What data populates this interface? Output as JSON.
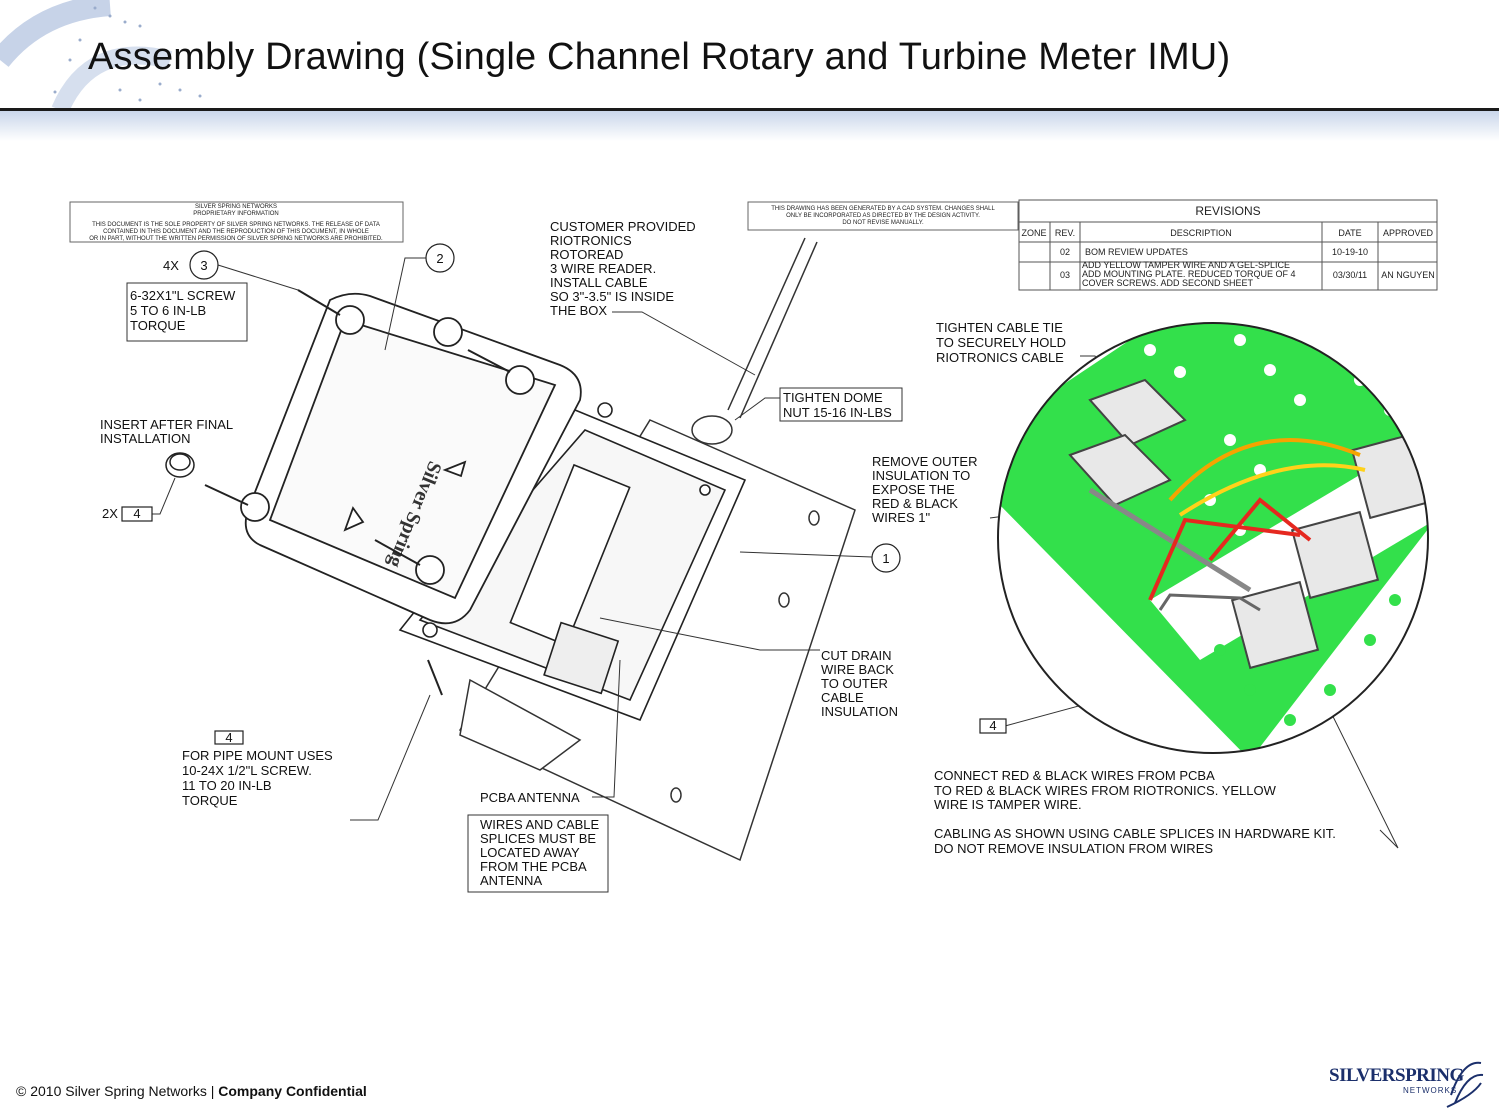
{
  "slide": {
    "title": "Assembly Drawing (Single Channel Rotary and Turbine Meter IMU)",
    "footer_copyright": "© 2010 Silver Spring Networks | ",
    "footer_confidential": "Company Confidential",
    "brand_name": "SILVERSPRING",
    "brand_sub": "NETWORKS"
  },
  "drawing": {
    "proprietary_header_1": "SILVER SPRING NETWORKS",
    "proprietary_header_2": "PROPRIETARY INFORMATION",
    "proprietary_text_1": "THIS DOCUMENT IS THE SOLE PROPERTY OF SILVER SPRING NETWORKS. THE RELEASE OF DATA",
    "proprietary_text_2": "CONTAINED IN THIS DOCUMENT AND THE REPRODUCTION OF THIS DOCUMENT, IN WHOLE",
    "proprietary_text_3": "OR IN PART, WITHOUT THE WRITTEN PERMISSION OF SILVER SPRING NETWORKS ARE PROHIBITED.",
    "cad_note_1": "THIS DRAWING HAS BEEN GENERATED BY A CAD SYSTEM. CHANGES SHALL",
    "cad_note_2": "ONLY BE INCORPORATED AS DIRECTED BY THE DESIGN ACTIVITY.",
    "cad_note_3": "DO NOT REVISE MANUALLY.",
    "revisions": {
      "title": "REVISIONS",
      "headers": [
        "ZONE",
        "REV.",
        "DESCRIPTION",
        "DATE",
        "APPROVED"
      ],
      "rows": [
        {
          "zone": "",
          "rev": "02",
          "desc1": "BOM REVIEW UPDATES",
          "desc2": "",
          "desc3": "",
          "date": "10-19-10",
          "approved": ""
        },
        {
          "zone": "",
          "rev": "03",
          "desc1": "ADD YELLOW TAMPER WIRE AND A GEL-SPLICE",
          "desc2": "ADD MOUNTING PLATE. REDUCED TORQUE OF 4",
          "desc3": "COVER SCREWS. ADD SECOND SHEET",
          "date": "03/30/11",
          "approved": "AN NGUYEN"
        }
      ]
    },
    "callouts": {
      "qty_4x": "4X",
      "item_3": "3",
      "item_2": "2",
      "item_1": "1",
      "item_4a": "4",
      "item_4b": "4",
      "item_4c": "4",
      "qty_2x": "2X",
      "screw_1": "6-32X1\"L SCREW",
      "screw_2": "5 TO 6 IN-LB",
      "screw_3": "TORQUE",
      "insert_1": "INSERT AFTER FINAL",
      "insert_2": "INSTALLATION",
      "customer_1": "CUSTOMER PROVIDED",
      "customer_2": "RIOTRONICS",
      "customer_3": "ROTOREAD",
      "customer_4": "3 WIRE READER.",
      "customer_5": "INSTALL CABLE",
      "customer_6": "SO 3\"-3.5\" IS INSIDE",
      "customer_7": "THE BOX",
      "dome_1": "TIGHTEN DOME",
      "dome_2": "NUT 15-16 IN-LBS",
      "drain_1": "CUT DRAIN",
      "drain_2": "WIRE BACK",
      "drain_3": "TO OUTER",
      "drain_4": "CABLE",
      "drain_5": "INSULATION",
      "pipe_1": "FOR PIPE MOUNT USES",
      "pipe_2": "10-24X 1/2\"L SCREW.",
      "pipe_3": "11 TO 20 IN-LB",
      "pipe_4": "TORQUE",
      "pcba": "PCBA ANTENNA",
      "splice_1": "WIRES AND CABLE",
      "splice_2": "SPLICES MUST BE",
      "splice_3": "LOCATED AWAY",
      "splice_4": "FROM THE PCBA",
      "splice_5": "ANTENNA",
      "tie_1": "TIGHTEN CABLE TIE",
      "tie_2": "TO SECURELY HOLD",
      "tie_3": "RIOTRONICS CABLE",
      "remove_1": "REMOVE OUTER",
      "remove_2": "INSULATION TO",
      "remove_3": "EXPOSE THE",
      "remove_4": "RED & BLACK",
      "remove_5": "WIRES 1\"",
      "connect_1": "CONNECT RED & BLACK WIRES FROM PCBA",
      "connect_2": "TO RED & BLACK WIRES FROM RIOTRONICS.  YELLOW",
      "connect_3": "WIRE IS TAMPER WIRE.",
      "cabling_1": "CABLING AS SHOWN USING CABLE SPLICES IN HARDWARE KIT.",
      "cabling_2": "DO NOT REMOVE INSULATION FROM WIRES"
    }
  }
}
